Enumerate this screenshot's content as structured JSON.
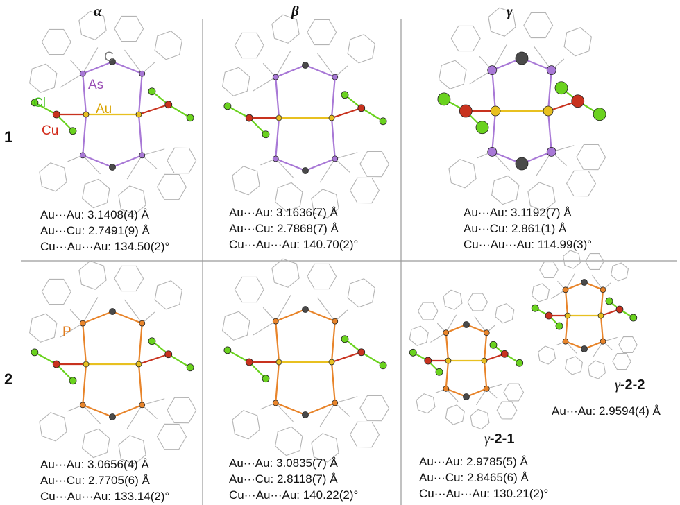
{
  "headers": {
    "alpha": "α",
    "beta": "β",
    "gamma": "γ"
  },
  "row_labels": {
    "row1": "1",
    "row2": "2"
  },
  "atom_labels": {
    "C": {
      "text": "C",
      "color": "#7a7a7a"
    },
    "As": {
      "text": "As",
      "color": "#9a4fb5"
    },
    "Au": {
      "text": "Au",
      "color": "#d9a300"
    },
    "Cl": {
      "text": "Cl",
      "color": "#3fbf1a"
    },
    "Cu": {
      "text": "Cu",
      "color": "#d22a1a"
    },
    "P": {
      "text": "P",
      "color": "#e07a1a"
    }
  },
  "measurements": {
    "alpha1": [
      "Au···Au: 3.1408(4) Å",
      "Au···Cu: 2.7491(9) Å",
      "Cu···Au···Au: 134.50(2)°"
    ],
    "beta1": [
      "Au···Au: 3.1636(7) Å",
      "Au···Cu: 2.7868(7) Å",
      "Cu···Au···Au: 140.70(2)°"
    ],
    "gamma1": [
      "Au···Au: 3.1192(7) Å",
      "Au···Cu: 2.861(1) Å",
      "Cu···Au···Au: 114.99(3)°"
    ],
    "alpha2": [
      "Au···Au: 3.0656(4) Å",
      "Au···Cu: 2.7705(6) Å",
      "Cu···Au···Au: 133.14(2)°"
    ],
    "beta2": [
      "Au···Au: 3.0835(7) Å",
      "Au···Cu: 2.8118(7) Å",
      "Cu···Au···Au: 140.22(2)°"
    ],
    "gamma21": [
      "Au···Au: 2.9785(5) Å",
      "Au···Cu: 2.8465(6) Å",
      "Cu···Au···Au: 130.21(2)°"
    ],
    "gamma22": [
      "Au···Au: 2.9594(4) Å"
    ]
  },
  "sublabels": {
    "g21": {
      "greek": "γ",
      "rest": "-2-1"
    },
    "g22": {
      "greek": "γ",
      "rest": "-2-2"
    }
  },
  "colors": {
    "gold": "#e8c020",
    "copper": "#c8321e",
    "chlorine": "#6ad21e",
    "arsenic": "#a878d6",
    "phosphorus": "#e8842a",
    "carbon": "#4a4a4a",
    "ligand": "#b4b4b4",
    "divider": "#9a9a9a"
  }
}
